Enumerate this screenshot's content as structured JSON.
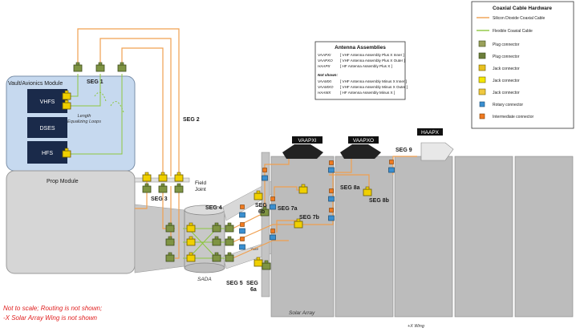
{
  "vault": {
    "title": "Vault/Avionics Module",
    "boxes": [
      "VHFS",
      "DSES",
      "HFS"
    ],
    "loops_label_1": "Length",
    "loops_label_2": "Equalizing Loops"
  },
  "prop": {
    "title": "Prop Module",
    "field_joint_1": "Field",
    "field_joint_2": "Joint"
  },
  "segments": {
    "seg1": "SEG 1",
    "seg2": "SEG 2",
    "seg3": "SEG 3",
    "seg4": "SEG 4",
    "seg5": "SEG 5",
    "seg6": "SEG",
    "seg6b": "6b",
    "seg6a_1": "SEG",
    "seg6a_2": "6a",
    "seg7a": "SEG 7a",
    "seg7b": "SEG 7b",
    "seg8a": "SEG 8a",
    "seg8b": "SEG 8b",
    "seg9": "SEG 9"
  },
  "labels": {
    "sada": "SADA",
    "yoke": "Yoke",
    "solar_array": "Solar Array",
    "wing": "+X Wing"
  },
  "antennas": {
    "vaapxi": "VAAPXI",
    "vaapxo": "VAAPXO",
    "haapx": "HAAPX"
  },
  "assemblies": {
    "title": "Antenna Assemblies",
    "rows": [
      {
        "code": "VAAPXI",
        "desc": "[ VHF Antenna Assembly Plus X Inner ]"
      },
      {
        "code": "VAAPXO",
        "desc": "[ VHF Antenna Assembly Plus X Outer ]"
      },
      {
        "code": "HAAPX",
        "desc": "[ HF Antenna Assembly Plus X ]"
      }
    ],
    "not_shown_title": "Not shown:",
    "not_shown": [
      {
        "code": "VAAMXI",
        "desc": "[ VHF Antenna Assembly Minus X Inner ]"
      },
      {
        "code": "VAAMXO",
        "desc": "[ VHF Antenna Assembly Minus X Outer ]"
      },
      {
        "code": "HAAMX",
        "desc": "[ HF Antenna Assembly Minus X ]"
      }
    ]
  },
  "legend": {
    "title": "Coaxial Cable Hardware",
    "items": [
      {
        "label": "Silicon Dioxide Coaxial Cable",
        "kind": "line",
        "color": "#f0a050"
      },
      {
        "label": "Flexible Coaxial Cable",
        "kind": "line",
        "color": "#8dc63f"
      },
      {
        "label": "Plug connector",
        "kind": "plug",
        "color": "#9aa15a"
      },
      {
        "label": "Plug connector",
        "kind": "plug",
        "color": "#6b7d3a"
      },
      {
        "label": "Jack connector",
        "kind": "jack",
        "color": "#e8c020"
      },
      {
        "label": "Jack connector",
        "kind": "jack",
        "color": "#f5e800"
      },
      {
        "label": "Jack connector",
        "kind": "jack",
        "color": "#f0c840"
      },
      {
        "label": "Rotary connector",
        "kind": "rotary",
        "color": "#3a8fd0"
      },
      {
        "label": "Intermediate connector",
        "kind": "intermediate",
        "color": "#f07a20"
      }
    ]
  },
  "notes": {
    "line1": "Not to scale; Routing is not shown;",
    "line2": "-X Solar Array Wing is not shown",
    "color": "#e02020"
  }
}
